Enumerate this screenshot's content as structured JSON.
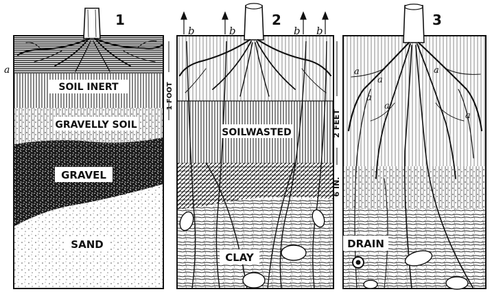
{
  "panels": [
    {
      "number": "1",
      "marker": "a",
      "depth_label": "1 FOOT",
      "layers": [
        "SOIL INERT",
        "GRAVELLY SOIL",
        "GRAVEL",
        "SAND"
      ]
    },
    {
      "number": "2",
      "markers": [
        "b",
        "b",
        "b",
        "b"
      ],
      "layers": [
        "SOILWASTED",
        "CLAY"
      ]
    },
    {
      "number": "3",
      "depth_labels": [
        "2 FEET",
        "6 IN."
      ],
      "root_markers": [
        "a",
        "a",
        "a",
        "a",
        "a",
        "a"
      ],
      "layers": [
        "DRAIN"
      ]
    }
  ]
}
